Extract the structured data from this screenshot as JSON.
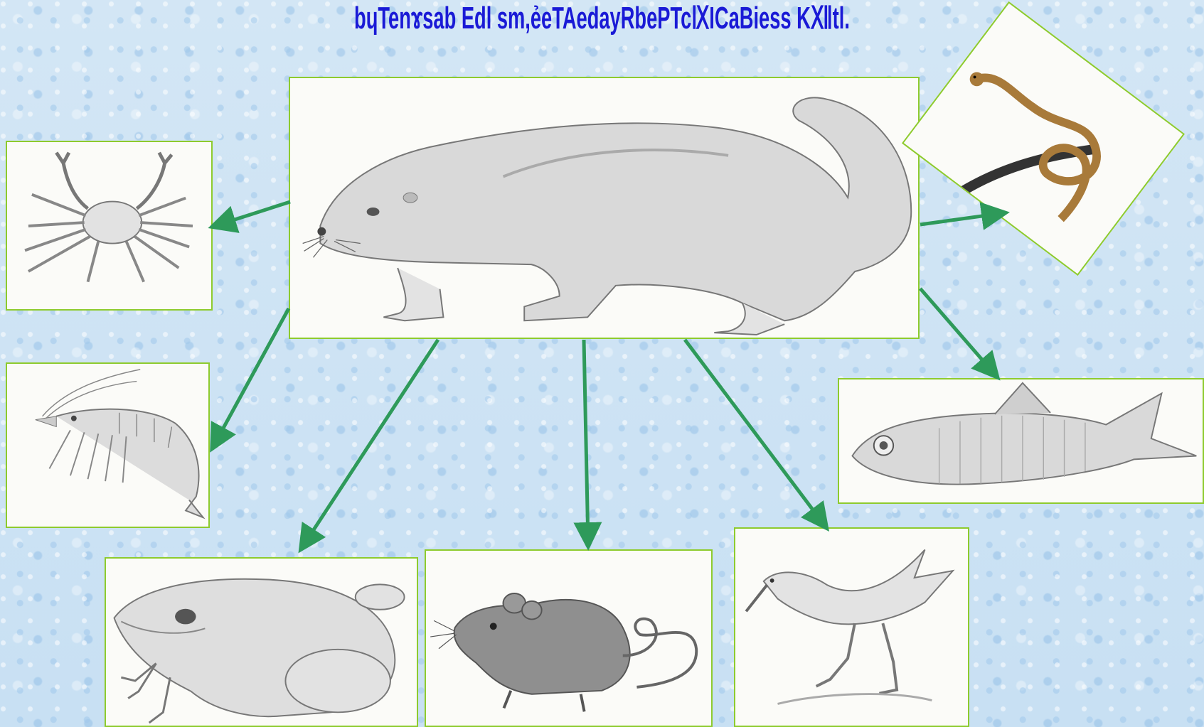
{
  "title": {
    "line1": "...",
    "line2": "bɥTenɤsab Edl sm,ẻeTAedayRbePTcⅨICaBiess KⅫtl."
  },
  "colors": {
    "title": "#1a1ad6",
    "arrow": "#2e9a5a",
    "frame": "#8ecb2e"
  },
  "nodes": {
    "center": "otter-drawing",
    "prey": [
      "crab-drawing",
      "shrimp-drawing",
      "frog-drawing",
      "mouse-drawing",
      "bird-drawing",
      "fish-drawing",
      "snake-drawing"
    ]
  }
}
